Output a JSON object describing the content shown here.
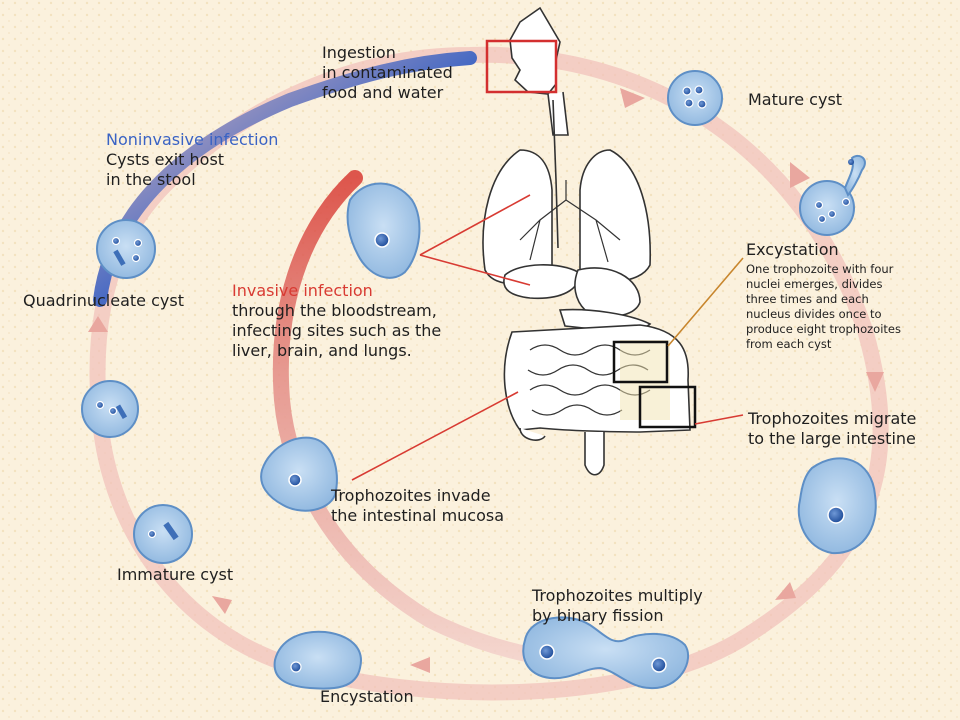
{
  "colors": {
    "background": "#fbf1dd",
    "cycle_ring": "#f1c2bb",
    "noninvasive": "#3a63c4",
    "invasive": "#d83b33",
    "cell_fill": "#9ec3e6",
    "cell_stroke": "#5e8fc6",
    "nucleus": "#2d5aa8",
    "highlight_box_red": "#d32f2f",
    "highlight_box_black": "#111111"
  },
  "labels": {
    "ingestion": [
      "Ingestion",
      "in contaminated",
      "food and water"
    ],
    "mature_cyst": "Mature cyst",
    "excystation_title": "Excystation",
    "excystation_desc": [
      "One trophozoite with four",
      "nuclei emerges, divides",
      "three times and each",
      "nucleus divides once to",
      "produce eight trophozoites",
      "from each cyst"
    ],
    "noninvasive_title": "Noninvasive infection",
    "noninvasive_desc": [
      "Cysts exit host",
      "in the stool"
    ],
    "quadrinucleate_cyst": "Quadrinucleate cyst",
    "invasive_title": "Invasive infection",
    "invasive_desc": [
      "through the bloodstream,",
      "infecting sites such as the",
      "liver, brain, and lungs."
    ],
    "migrate": [
      "Trophozoites  migrate",
      "to the large intestine"
    ],
    "invade": [
      "Trophozoites invade",
      "the intestinal mucosa"
    ],
    "immature_cyst": "Immature cyst",
    "multiply": [
      "Trophozoites multiply",
      "by binary fission"
    ],
    "encystation": "Encystation"
  }
}
